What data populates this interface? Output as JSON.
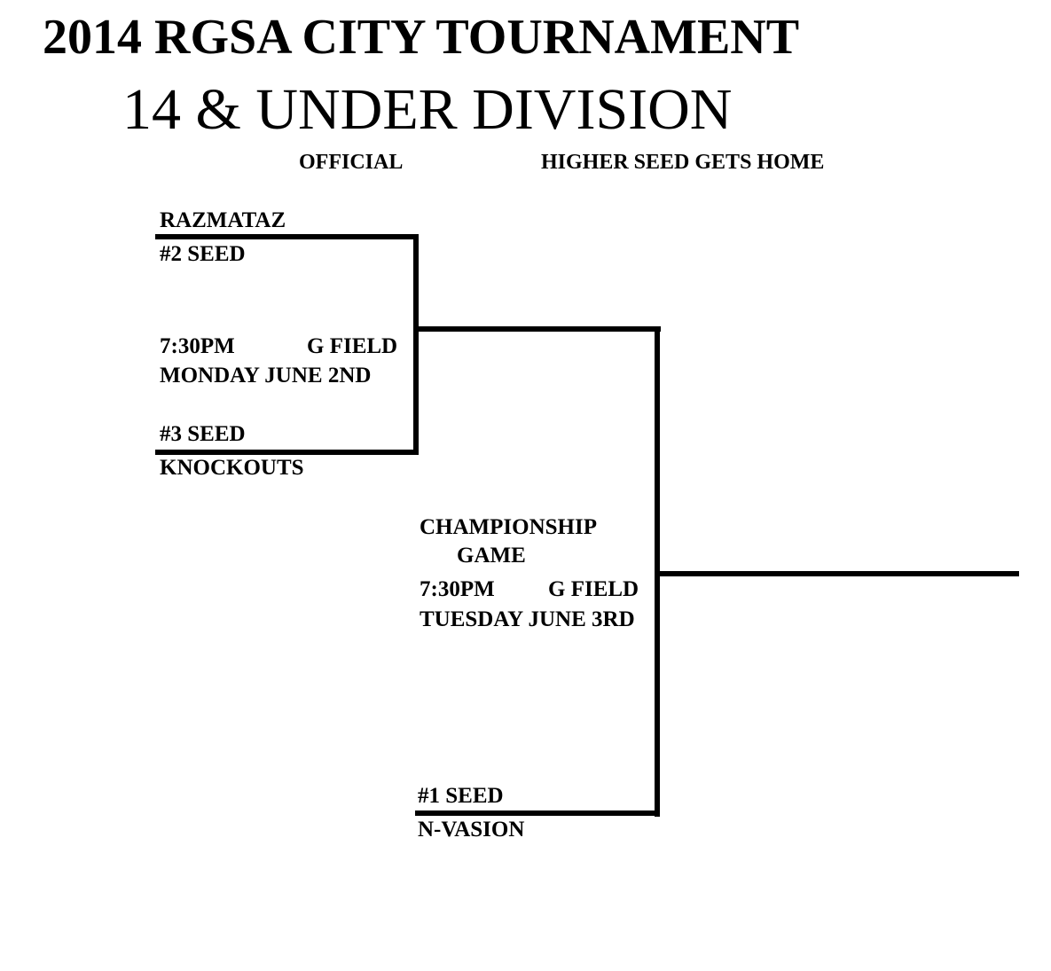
{
  "header": {
    "title": "2014 RGSA CITY TOURNAMENT",
    "subtitle": "14 & UNDER DIVISION",
    "official": "OFFICIAL",
    "rule": "HIGHER SEED GETS HOME"
  },
  "game1": {
    "top_team": "RAZMATAZ",
    "top_seed": "#2 SEED",
    "time": "7:30PM",
    "field": "G FIELD",
    "date": "MONDAY JUNE 2ND",
    "bottom_seed": "#3 SEED",
    "bottom_team": "KNOCKOUTS"
  },
  "championship": {
    "label_line1": "CHAMPIONSHIP",
    "label_line2": "GAME",
    "time": "7:30PM",
    "field": "G FIELD",
    "date": "TUESDAY JUNE 3RD",
    "bottom_seed": "#1 SEED",
    "bottom_team": "N-VASION"
  },
  "colors": {
    "line": "#000000",
    "background": "#ffffff"
  }
}
